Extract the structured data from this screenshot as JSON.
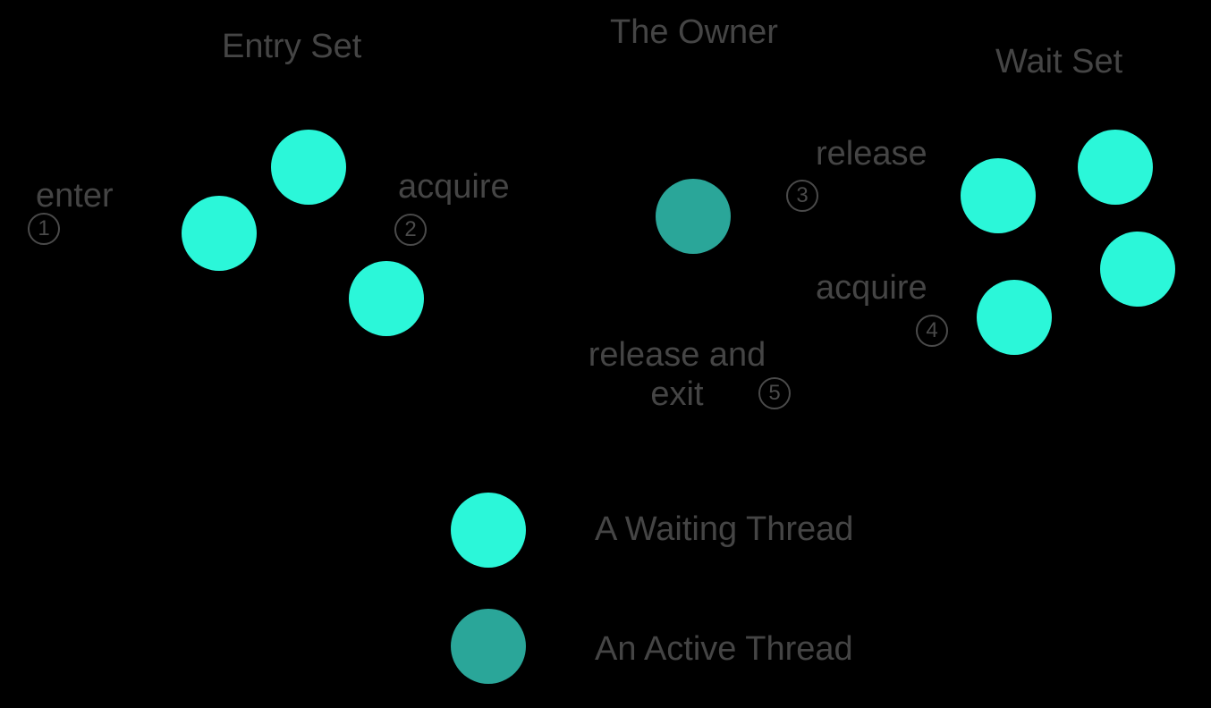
{
  "diagram": {
    "title_entry_set": "Entry Set",
    "title_owner": "The Owner",
    "title_wait_set": "Wait Set"
  },
  "steps": [
    {
      "number": "1",
      "label": "enter"
    },
    {
      "number": "2",
      "label": "acquire"
    },
    {
      "number": "3",
      "label": "release"
    },
    {
      "number": "4",
      "label": "acquire"
    },
    {
      "number": "5",
      "label_line1": "release and",
      "label_line2": "exit"
    }
  ],
  "legend": {
    "waiting": {
      "label": "A Waiting Thread",
      "color": "#2BF7D9"
    },
    "active": {
      "label": "An Active Thread",
      "color": "#2AA699"
    }
  },
  "colors": {
    "background": "#000000",
    "waiting_thread": "#2BF7D9",
    "active_thread": "#2AA699",
    "text": "#454545"
  }
}
